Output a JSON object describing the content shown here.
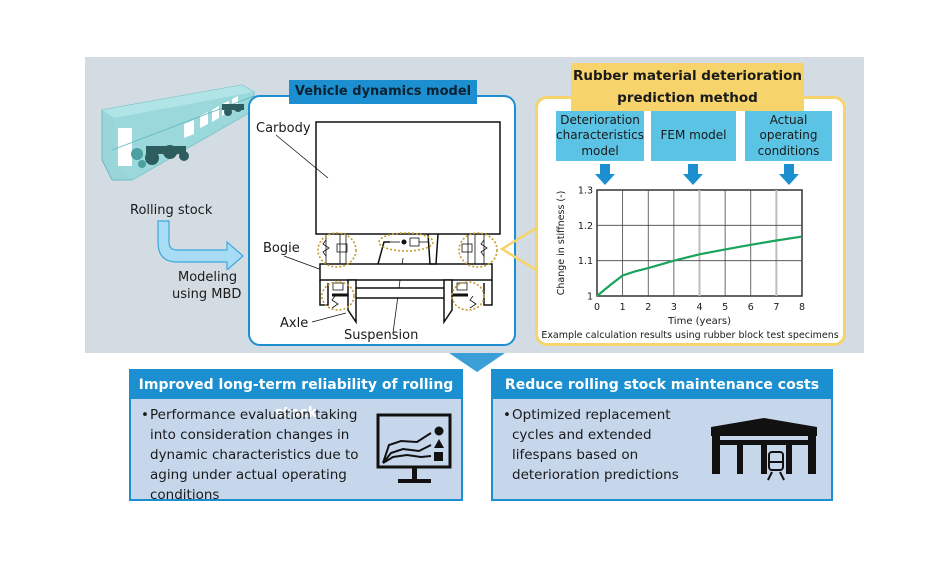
{
  "left": {
    "rolling_stock_label": "Rolling stock",
    "modeling_label_line1": "Modeling",
    "modeling_label_line2": "using MBD"
  },
  "vehicle_model": {
    "title": "Vehicle dynamics model",
    "labels": {
      "carbody": "Carbody",
      "bogie": "Bogie",
      "axle": "Axle",
      "suspension": "Suspension"
    }
  },
  "rubber_method": {
    "title_line1": "Rubber material deterioration",
    "title_line2": "prediction method",
    "inputs": [
      {
        "line1": "Deterioration",
        "line2": "characteristics",
        "line3": "model"
      },
      {
        "line1": "FEM model",
        "line2": "",
        "line3": ""
      },
      {
        "line1": "Actual",
        "line2": "operating",
        "line3": "conditions"
      }
    ],
    "caption": "Example calculation results using rubber block test specimens"
  },
  "chart_data": {
    "type": "line",
    "title": "",
    "xlabel": "Time (years)",
    "ylabel": "Change in stiffness (-)",
    "xlim": [
      0,
      8
    ],
    "ylim": [
      1,
      1.3
    ],
    "xticks": [
      "0",
      "1",
      "2",
      "3",
      "4",
      "5",
      "6",
      "7",
      "8"
    ],
    "yticks": [
      "1",
      "1.1",
      "1.2",
      "1.3"
    ],
    "grid": true,
    "series": [
      {
        "name": "Stiffness change",
        "color": "#1aa35a",
        "x": [
          0,
          0.5,
          1,
          1.5,
          2,
          3,
          4,
          5,
          6,
          7,
          8
        ],
        "y": [
          1.0,
          1.03,
          1.058,
          1.07,
          1.079,
          1.1,
          1.118,
          1.132,
          1.145,
          1.157,
          1.168
        ]
      }
    ]
  },
  "benefits": [
    {
      "title": "Improved long-term reliability of rolling stock",
      "bullet": "•",
      "text": "Performance evaluation taking\ninto consideration changes in\ndynamic characteristics due to\naging under actual operating\nconditions",
      "icon": "monitor-chart-icon"
    },
    {
      "title": "Reduce rolling stock maintenance costs",
      "bullet": "•",
      "text": "Optimized replacement\ncycles and extended\nlifespans based on\ndeterioration predictions",
      "icon": "depot-train-icon"
    }
  ],
  "colors": {
    "blue_accent": "#1b8fd0",
    "yellow_accent": "#f6d46b",
    "cyan_box": "#5bc3e4",
    "panel_gray": "#d3dce2",
    "card_bg": "#c6d7ec",
    "curve_green": "#1aa35a"
  }
}
